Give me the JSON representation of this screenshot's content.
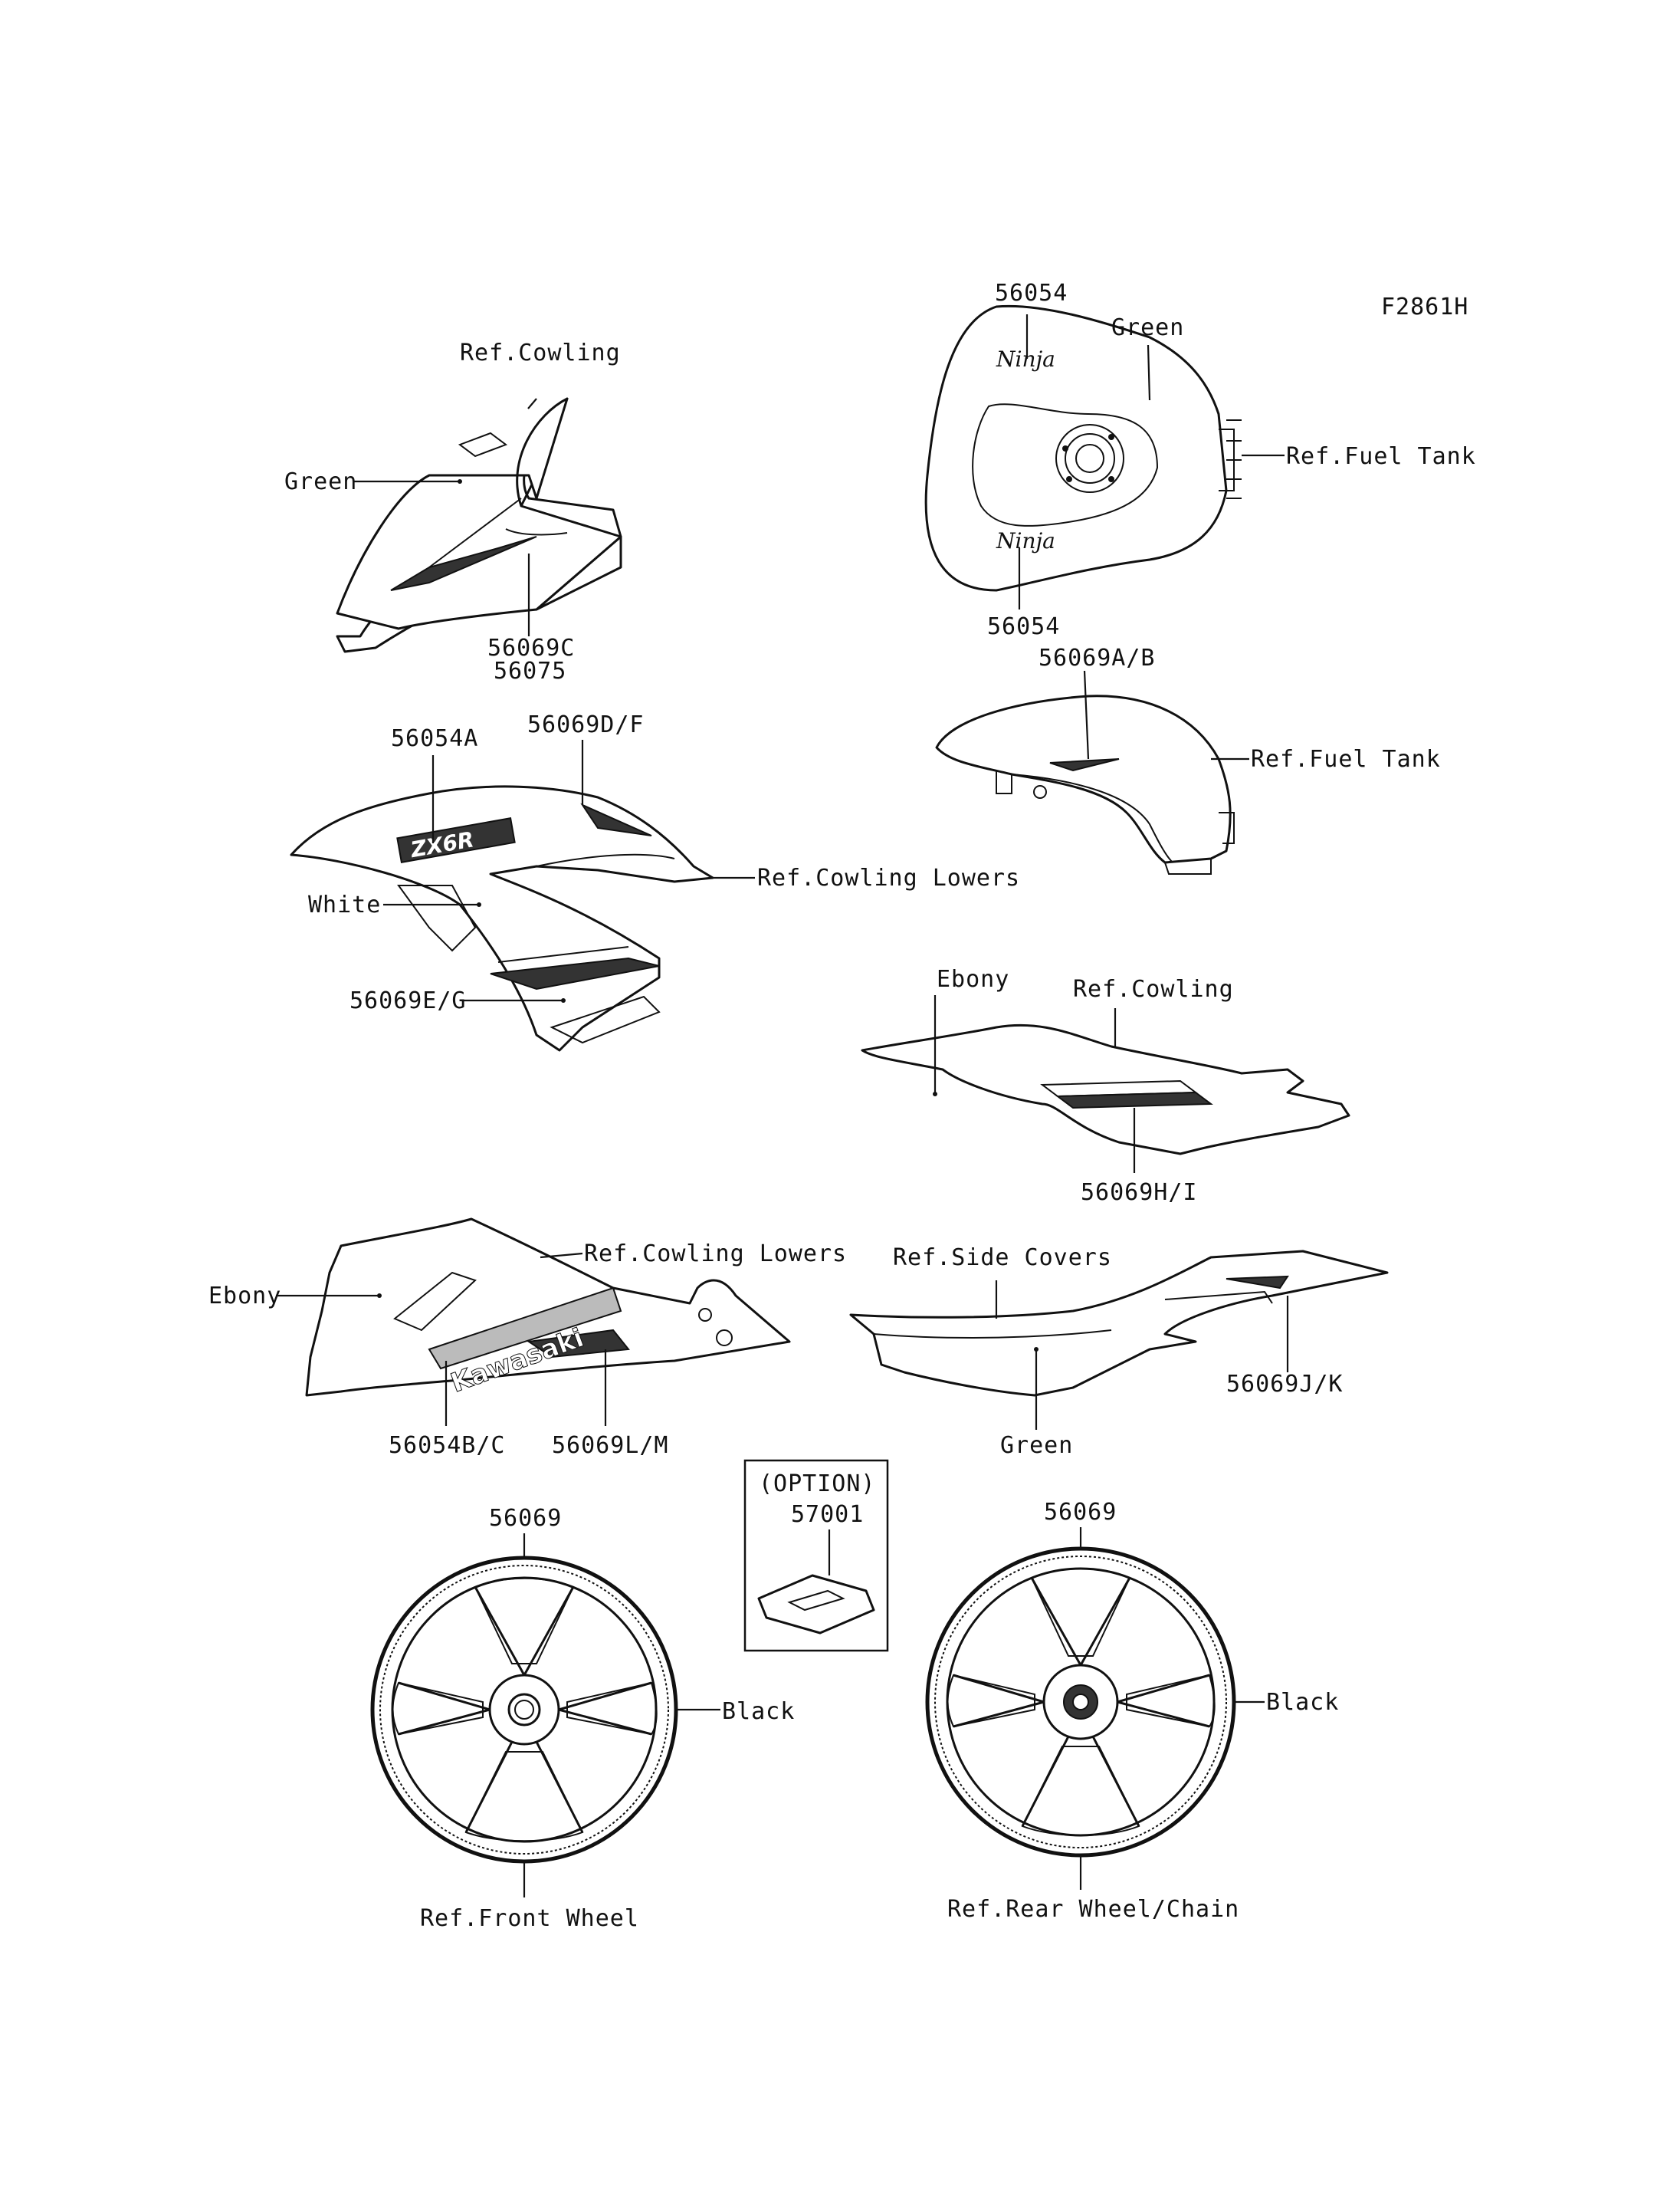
{
  "figure_code": "F2861H",
  "option_box": {
    "title": "(OPTION)",
    "part": "57001"
  },
  "labels": {
    "upper_cowl": {
      "ref": "Ref.Cowling",
      "color": "Green",
      "part_a": "56069C",
      "part_b": "56075"
    },
    "fuel_tank_top": {
      "part_top": "56054",
      "color": "Green",
      "ref": "Ref.Fuel Tank",
      "part_bottom": "56054"
    },
    "fuel_tank_side": {
      "part": "56069A/B",
      "ref": "Ref.Fuel Tank"
    },
    "side_cowl": {
      "part_a": "56054A",
      "part_b": "56069D/F",
      "ref": "Ref.Cowling Lowers",
      "color": "White",
      "part_c": "56069E/G"
    },
    "seat_cowl": {
      "color": "Ebony",
      "ref": "Ref.Cowling",
      "part": "56069H/I"
    },
    "lower_cowl": {
      "ref": "Ref.Cowling Lowers",
      "color": "Ebony",
      "part_a": "56054B/C",
      "part_b": "56069L/M"
    },
    "side_cover": {
      "ref": "Ref.Side Covers",
      "part": "56069J/K",
      "color": "Green"
    },
    "front_wheel": {
      "part": "56069",
      "color": "Black",
      "ref": "Ref.Front Wheel"
    },
    "rear_wheel": {
      "part": "56069",
      "color": "Black",
      "ref": "Ref.Rear Wheel/Chain"
    }
  },
  "decals": {
    "ninja": "Ninja",
    "zx6r": "ZX6R",
    "kawasaki": "Kawasaki"
  },
  "colors": {
    "line": "#111111",
    "background": "#ffffff"
  }
}
